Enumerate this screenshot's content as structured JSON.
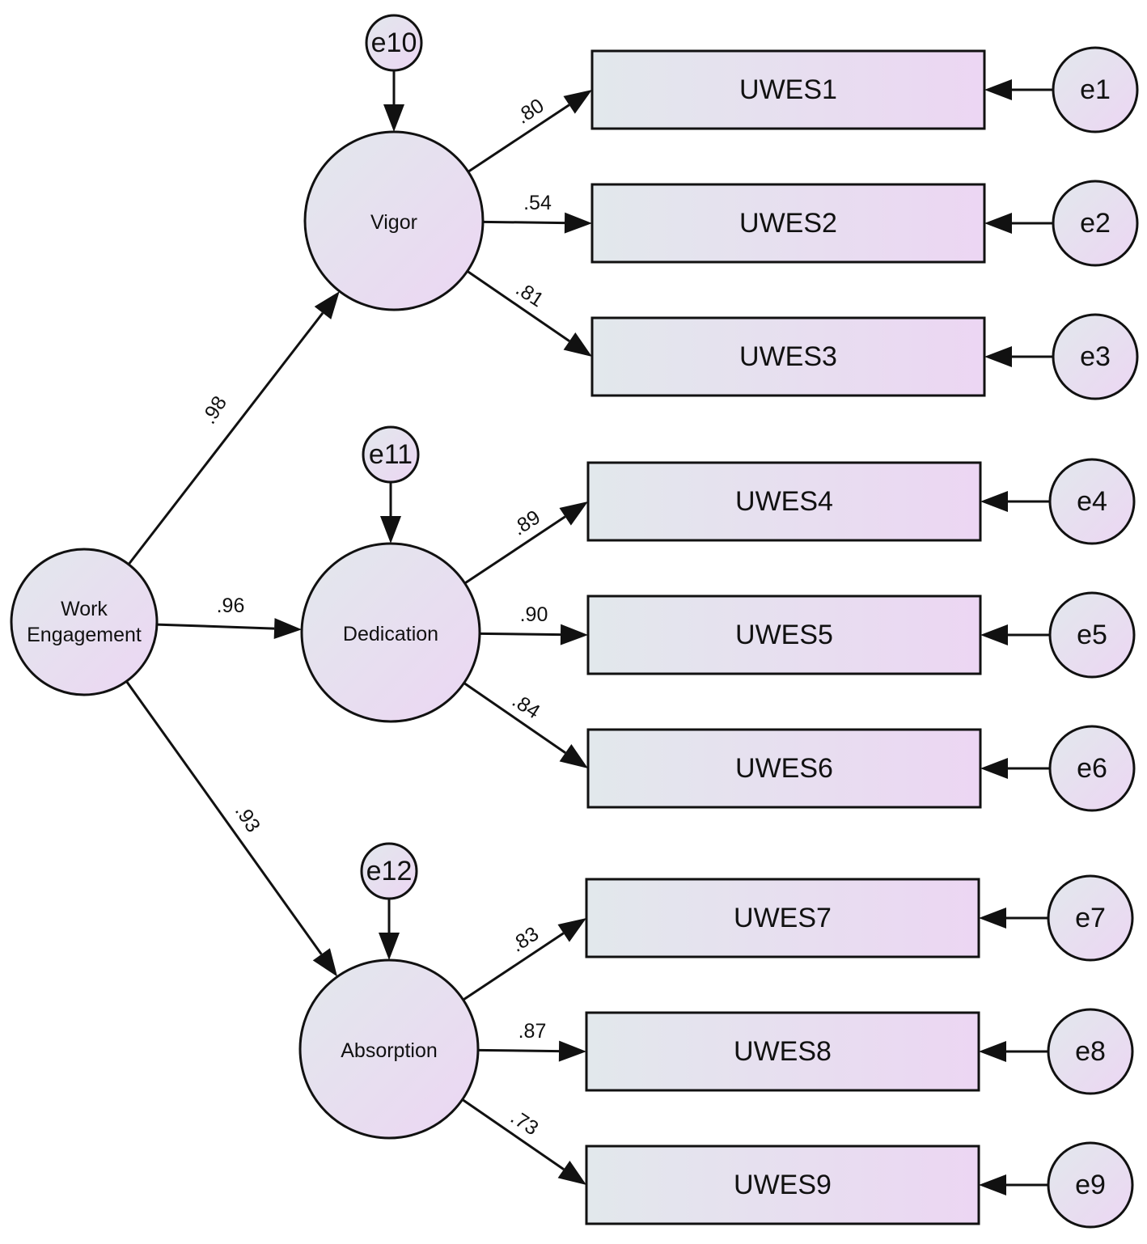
{
  "colors": {
    "node_fill_start": "#e2e8ec",
    "node_fill_end": "#ecd6f3",
    "stroke": "#111111",
    "background": "#ffffff"
  },
  "second_order": {
    "name": "Work Engagement",
    "lines": [
      "Work",
      "Engagement"
    ]
  },
  "factors": [
    {
      "id": "vigor",
      "label": "Vigor",
      "error": "e10",
      "loading": ".98",
      "indicators": [
        {
          "label": "UWES1",
          "error": "e1",
          "loading": ".80"
        },
        {
          "label": "UWES2",
          "error": "e2",
          "loading": ".54"
        },
        {
          "label": "UWES3",
          "error": "e3",
          "loading": ".81"
        }
      ]
    },
    {
      "id": "dedication",
      "label": "Dedication",
      "error": "e11",
      "loading": ".96",
      "indicators": [
        {
          "label": "UWES4",
          "error": "e4",
          "loading": ".89"
        },
        {
          "label": "UWES5",
          "error": "e5",
          "loading": ".90"
        },
        {
          "label": "UWES6",
          "error": "e6",
          "loading": ".84"
        }
      ]
    },
    {
      "id": "absorption",
      "label": "Absorption",
      "error": "e12",
      "loading": ".93",
      "indicators": [
        {
          "label": "UWES7",
          "error": "e7",
          "loading": ".83"
        },
        {
          "label": "UWES8",
          "error": "e8",
          "loading": ".87"
        },
        {
          "label": "UWES9",
          "error": "e9",
          "loading": ".73"
        }
      ]
    }
  ]
}
